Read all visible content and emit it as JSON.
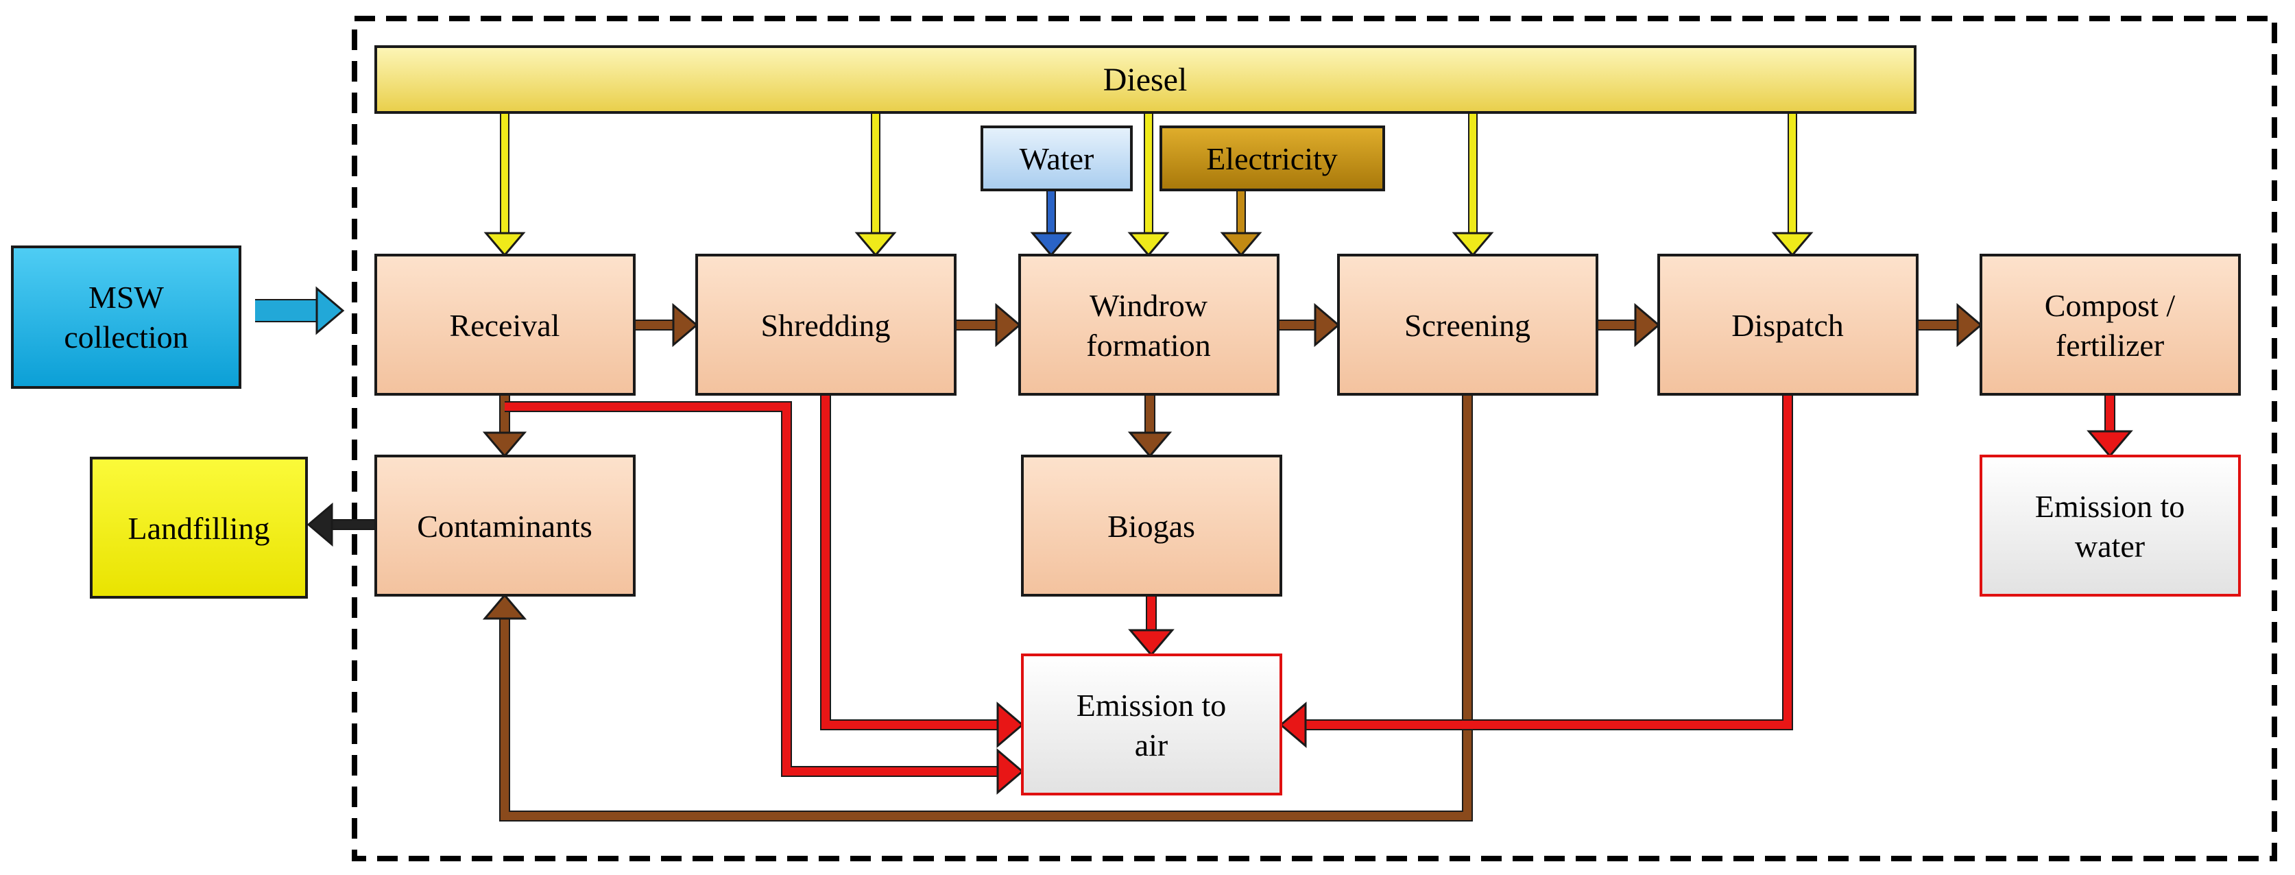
{
  "nodes": {
    "diesel": {
      "lines": [
        "Diesel"
      ]
    },
    "water": {
      "lines": [
        "Water"
      ]
    },
    "electricity": {
      "lines": [
        "Electricity"
      ]
    },
    "msw": {
      "lines": [
        "MSW",
        "collection"
      ]
    },
    "receival": {
      "lines": [
        "Receival"
      ]
    },
    "shredding": {
      "lines": [
        "Shredding"
      ]
    },
    "windrow": {
      "lines": [
        "Windrow",
        "formation"
      ]
    },
    "screening": {
      "lines": [
        "Screening"
      ]
    },
    "dispatch": {
      "lines": [
        "Dispatch"
      ]
    },
    "compost": {
      "lines": [
        "Compost /",
        "fertilizer"
      ]
    },
    "contaminants": {
      "lines": [
        "Contaminants"
      ]
    },
    "landfilling": {
      "lines": [
        "Landfilling"
      ]
    },
    "biogas": {
      "lines": [
        "Biogas"
      ]
    },
    "emission_air": {
      "lines": [
        "Emission to",
        "air"
      ]
    },
    "emission_water": {
      "lines": [
        "Emission to",
        "water"
      ]
    }
  },
  "colors": {
    "diesel_fill": "#f5e37a",
    "water_fill": "#c9e2f7",
    "electricity_fill": "#c8920a",
    "msw_fill": "#19b4ea",
    "process_fill": "#f8cfb0",
    "landfill_fill": "#f3f000",
    "emission_border": "#e01010",
    "diesel_arrow": "#efea1a",
    "water_arrow": "#2a63c6",
    "electricity_arrow": "#c28a14",
    "flow_arrow": "#8a4a1c",
    "emission_arrow": "#e81616",
    "msw_arrow": "#22a8d8",
    "landfill_arrow": "#222222"
  }
}
